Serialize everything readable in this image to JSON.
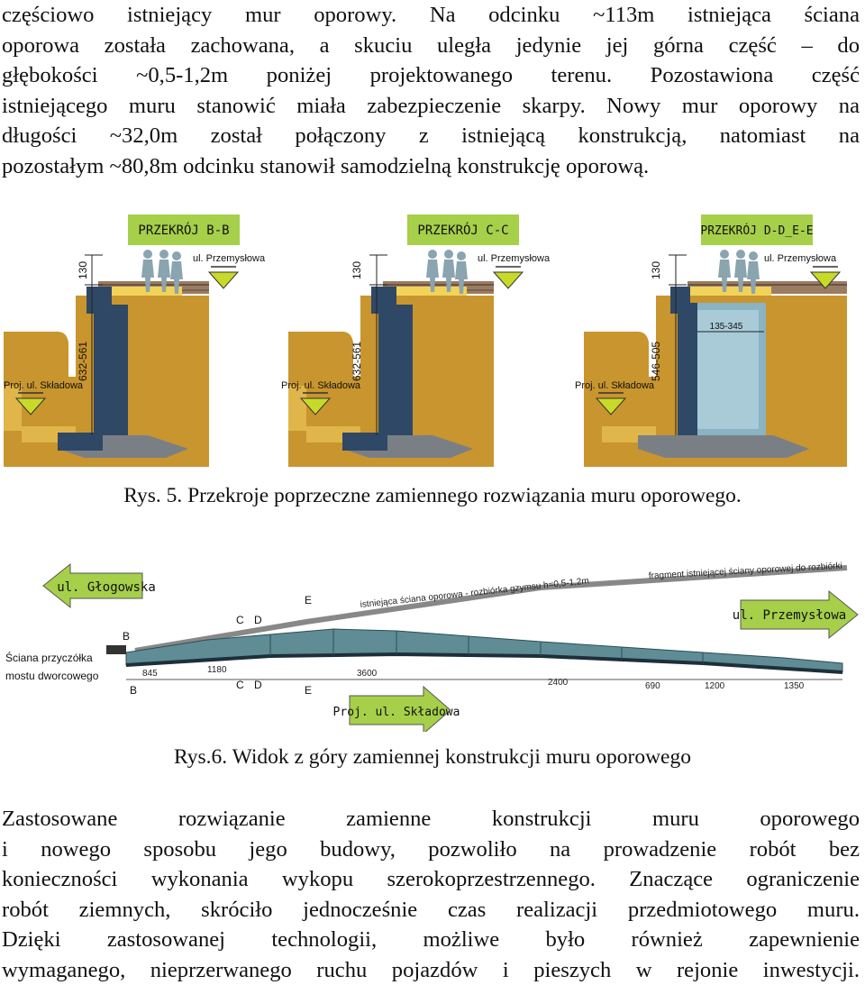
{
  "paragraph_top": [
    "częściowo istniejący mur oporowy. Na odcinku ~113m istniejąca ściana",
    "oporowa została zachowana, a skuciu uległa jedynie jej górna część – do",
    "głębokości ~0,5-1,2m poniżej projektowanego terenu. Pozostawiona część",
    "istniejącego muru stanowić miała zabezpieczenie skarpy. Nowy mur oporowy na",
    "długości ~32,0m został połączony z istniejącą konstrukcją, natomiast na",
    "pozostałym ~80,8m odcinku stanowił samodzielną konstrukcję oporową."
  ],
  "figure5": {
    "panels": [
      {
        "title": "PRZEKRÓJ B-B",
        "street_top": "ul. Przemysłowa",
        "street_left": "Proj. ul. Składowa",
        "dim_top": "130",
        "dim_side": "632-561"
      },
      {
        "title": "PRZEKRÓJ C-C",
        "street_top": "ul. Przemysłowa",
        "street_left": "Proj. ul. Składowa",
        "dim_top": "130",
        "dim_side": "632-561"
      },
      {
        "title": "PRZEKRÓJ D-D_E-E",
        "street_top": "ul. Przemysłowa",
        "street_left": "Proj. ul. Składowa",
        "dim_top": "130",
        "dim_side": "546-505",
        "dim_inner": "135-345"
      }
    ],
    "caption": "Rys. 5. Przekroje poprzeczne zamiennego rozwiązania muru oporowego."
  },
  "figure6": {
    "arrow_left": "ul. Głogowska",
    "arrow_right": "ul. Przemysłowa",
    "arrow_bottom": "Proj. ul. Składowa",
    "note_existing": "istniejąca ściana oporowa - rozbiórka gzymsu h=0,5-1,2m",
    "note_fragment": "fragment istniejącej ściany oporowej do rozbiórki",
    "abutment": [
      "Ściana przyczółka",
      "mostu dworcowego"
    ],
    "section_marks": {
      "b": "B",
      "c": "C",
      "d": "D",
      "e": "E"
    },
    "dimensions": [
      "845",
      "1180",
      "3600",
      "2400",
      "690",
      "1200",
      "1350"
    ],
    "caption": "Rys.6. Widok z góry zamiennej konstrukcji muru oporowego"
  },
  "paragraph_bottom": [
    "Zastosowane rozwiązanie zamienne konstrukcji muru oporowego",
    "i nowego sposobu jego budowy, pozwoliło na prowadzenie robót bez",
    "konieczności wykonania wykopu szerokoprzestrzennego. Znaczące ograniczenie",
    "robót ziemnych, skróciło jednocześnie czas realizacji przedmiotowego muru.",
    "Dzięki zastosowanej technologii, możliwe było również zapewnienie",
    "wymaganego, nieprzerwanego ruchu pojazdów i pieszych w rejonie inwestycji."
  ],
  "colors": {
    "soil": "#c8952e",
    "soil_light": "#e0b54a",
    "wall": "#2f4865",
    "concrete": "#7a7f86",
    "label_bg": "#a6cf4a",
    "arrow_fill": "#c9d92a",
    "plan_fill": "#5f8c95"
  }
}
